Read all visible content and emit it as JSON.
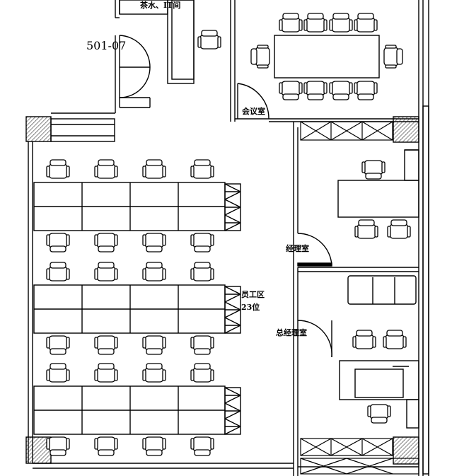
{
  "plan": {
    "unit_label": "501-07",
    "rooms": {
      "tea_room": "茶水、IT间",
      "meeting_room": "会议室",
      "manager_office": "经理室",
      "general_manager_office": "总经理室",
      "staff_area_line1": "员工区",
      "staff_area_line2": "23位"
    }
  },
  "colors": {
    "line": "#000000",
    "background": "#ffffff",
    "hatch": "#555555"
  }
}
